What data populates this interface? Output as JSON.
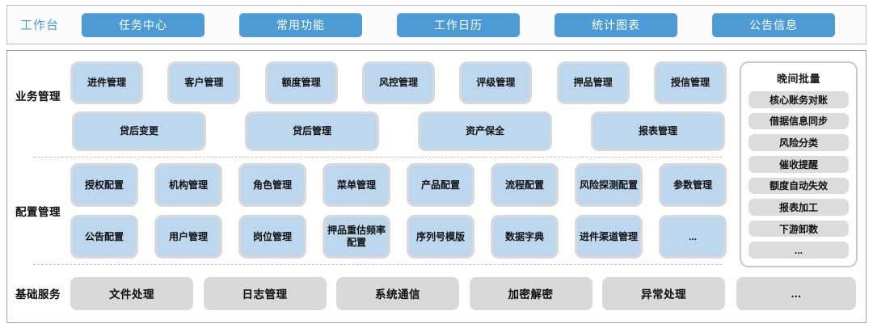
{
  "topbar": {
    "label": "工作台",
    "buttons": [
      "任务中心",
      "常用功能",
      "工作日历",
      "统计图表",
      "公告信息"
    ]
  },
  "sections": {
    "business": {
      "label": "业务管理",
      "row1": [
        "进件管理",
        "客户管理",
        "额度管理",
        "风控管理",
        "评级管理",
        "押品管理",
        "授信管理"
      ],
      "row2": [
        "贷后变更",
        "贷后管理",
        "资产保全",
        "报表管理"
      ]
    },
    "config": {
      "label": "配置管理",
      "row1": [
        "授权配置",
        "机构管理",
        "角色管理",
        "菜单管理",
        "产品配置",
        "流程配置",
        "风险探测配置",
        "参数管理"
      ],
      "row2": [
        "公告配置",
        "用户管理",
        "岗位管理",
        "押品重估频率配置",
        "序列号模版",
        "数据字典",
        "进件渠道管理",
        "..."
      ]
    },
    "base": {
      "label": "基础服务",
      "items": [
        "文件处理",
        "日志管理",
        "系统通信",
        "加密解密",
        "异常处理"
      ],
      "more": "..."
    }
  },
  "sidebar": {
    "title": "晚间批量",
    "items": [
      "核心账务对账",
      "借据信息同步",
      "风险分类",
      "催收提醒",
      "额度自动失效",
      "报表加工",
      "下游卸数",
      "..."
    ]
  },
  "colors": {
    "accent": "#4D9BD5",
    "blue": "#BDD7EE",
    "blueborder": "#D9D9D9",
    "gray": "#D9D9D9",
    "graylight": "#DCDCDC"
  }
}
